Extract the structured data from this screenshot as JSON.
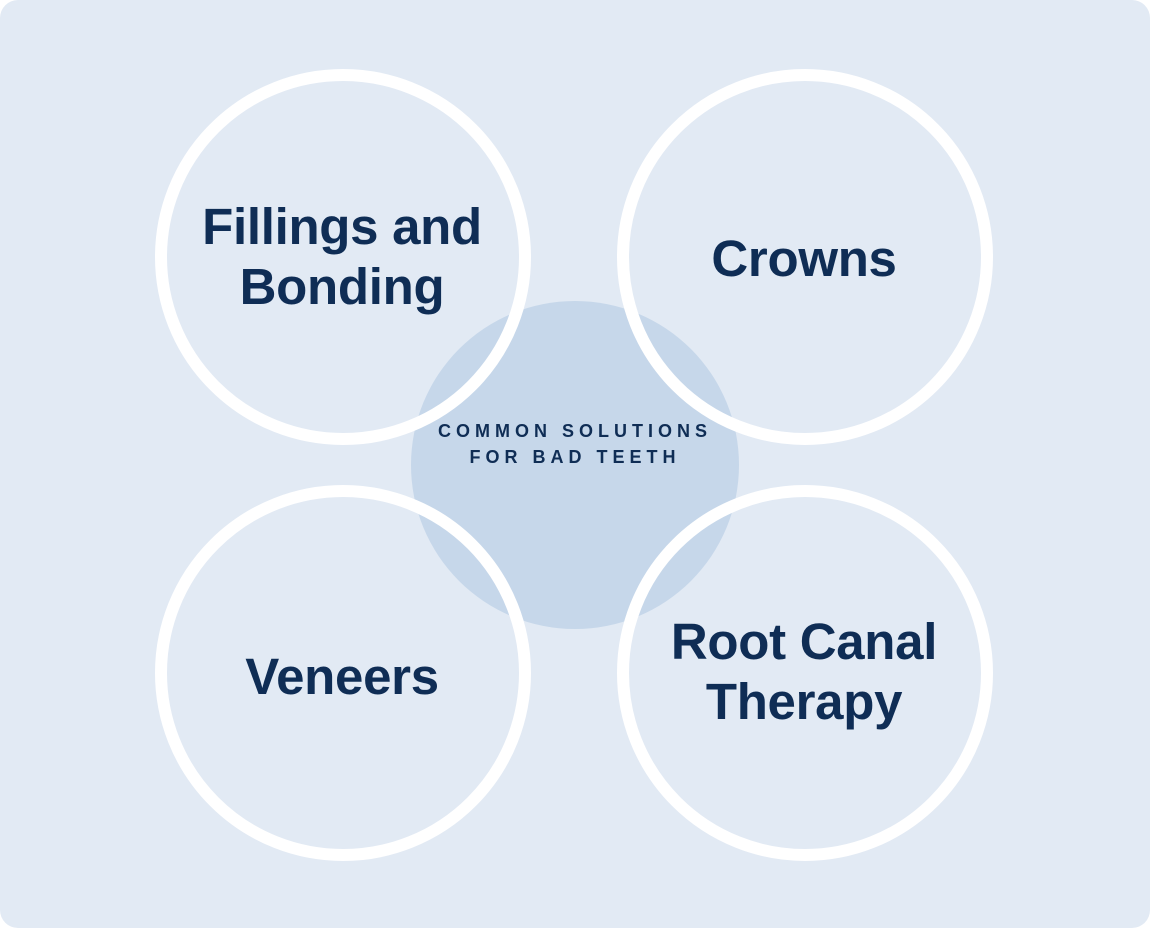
{
  "diagram": {
    "center_label": "COMMON SOLUTIONS FOR BAD TEETH",
    "items": [
      {
        "label": "Fillings and Bonding"
      },
      {
        "label": "Crowns"
      },
      {
        "label": "Veneers"
      },
      {
        "label": "Root Canal Therapy"
      }
    ]
  },
  "colors": {
    "background": "#e2eaf4",
    "center_disc": "#c6d7ea",
    "ring": "#ffffff",
    "text": "#0f2d55"
  }
}
